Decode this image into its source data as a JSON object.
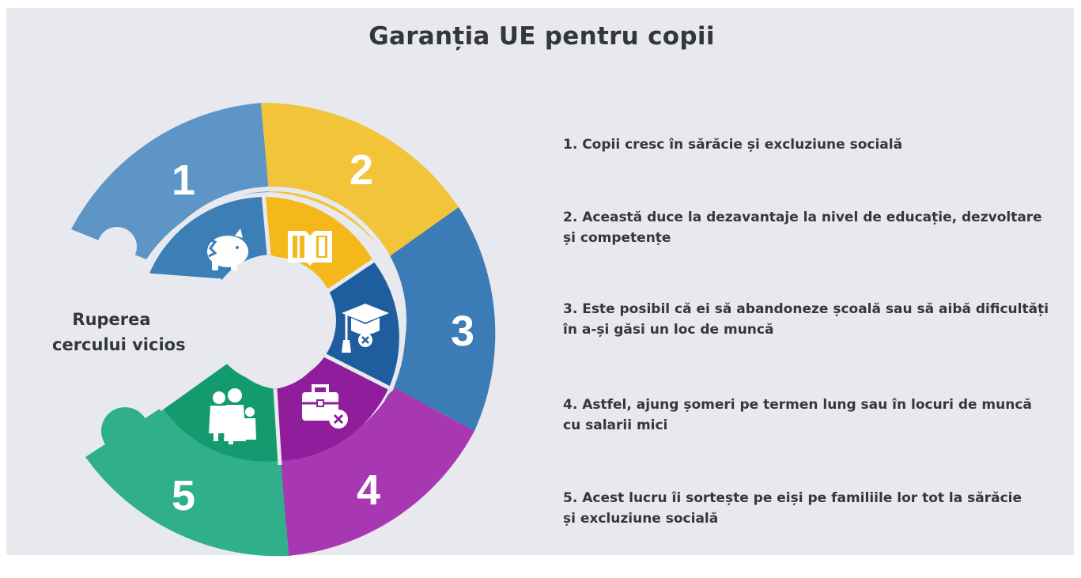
{
  "title": "Garanția UE pentru copii",
  "center_label": {
    "line1": "Ruperea",
    "line2": "cercului vicios"
  },
  "segments": [
    {
      "number": "1",
      "icon": "piggy-bank-icon",
      "outer_color": "#5d96c6",
      "inner_color": "#3b7fb6"
    },
    {
      "number": "2",
      "icon": "open-book-icon",
      "outer_color": "#f1c43a",
      "inner_color": "#f4b81a"
    },
    {
      "number": "3",
      "icon": "graduation-cap-cancel-icon",
      "outer_color": "#3c7cb6",
      "inner_color": "#1e5d9e"
    },
    {
      "number": "4",
      "icon": "briefcase-cancel-icon",
      "outer_color": "#a838b2",
      "inner_color": "#8f1d9c"
    },
    {
      "number": "5",
      "icon": "family-icon",
      "outer_color": "#2fb08a",
      "inner_color": "#139b6f"
    }
  ],
  "steps": [
    {
      "line1": "1. Copii cresc în sărăcie și excluziune socială",
      "line2": ""
    },
    {
      "line1": "2. Această duce la dezavantaje la nivel de educație, dezvoltare",
      "line2": "și competențe"
    },
    {
      "line1": "3. Este posibil că ei să abandoneze școală sau să aibă dificultăți",
      "line2": "în a-și găsi un loc de muncă"
    },
    {
      "line1": "4. Astfel, ajung șomeri pe termen lung sau în locuri de muncă",
      "line2": "cu salarii mici"
    },
    {
      "line1": "5. Acest lucru îi sortește pe eiși pe familiile lor tot la sărăcie",
      "line2": "și excluziune socială"
    }
  ]
}
